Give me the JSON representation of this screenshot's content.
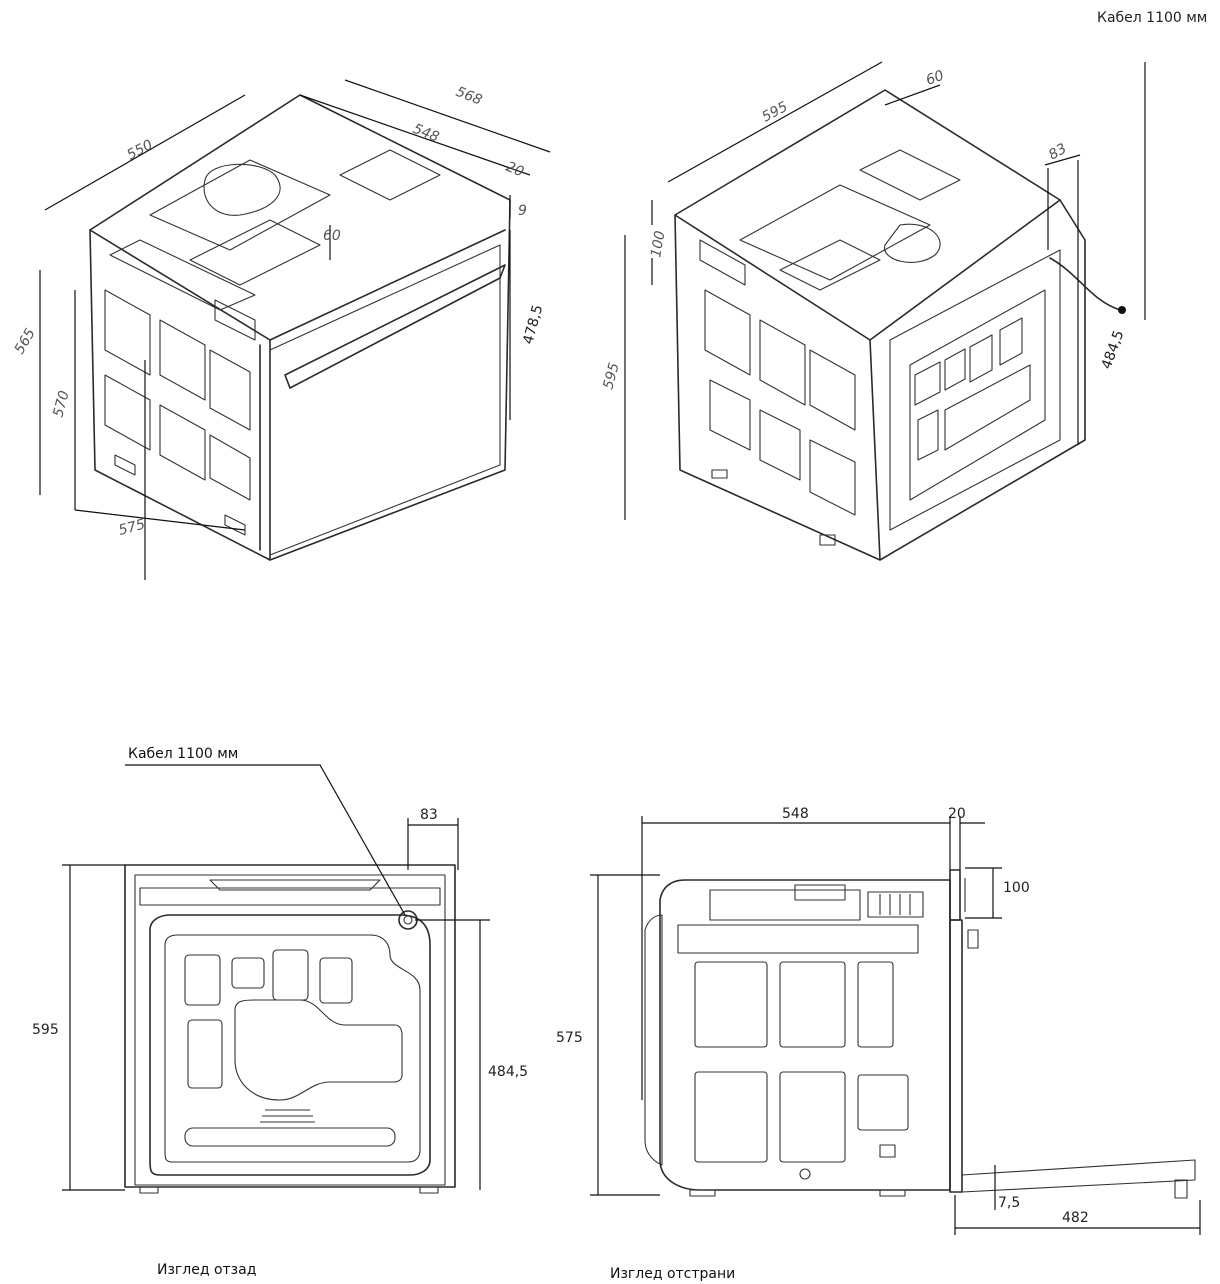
{
  "dims_top_left": {
    "width": "550",
    "depth": "548",
    "depth_total": "568",
    "front": "20",
    "gap": "9",
    "vent": "60",
    "height_left": "565",
    "height_inner": "570",
    "base": "575",
    "door": "478,5"
  },
  "dims_top_right": {
    "width": "595",
    "top": "60",
    "offset": "83",
    "front": "100",
    "height": "595",
    "socket": "484,5",
    "cable": "Кабел 1100 мм"
  },
  "dims_bottom_left": {
    "cable": "Кабел 1100 мм",
    "offset": "83",
    "height": "595",
    "socket": "484,5",
    "caption": "Изглед отзад"
  },
  "dims_bottom_right": {
    "depth": "548",
    "front": "20",
    "panel": "100",
    "height": "575",
    "foot": "7,5",
    "door_open": "482",
    "caption": "Изглед отстрани"
  }
}
